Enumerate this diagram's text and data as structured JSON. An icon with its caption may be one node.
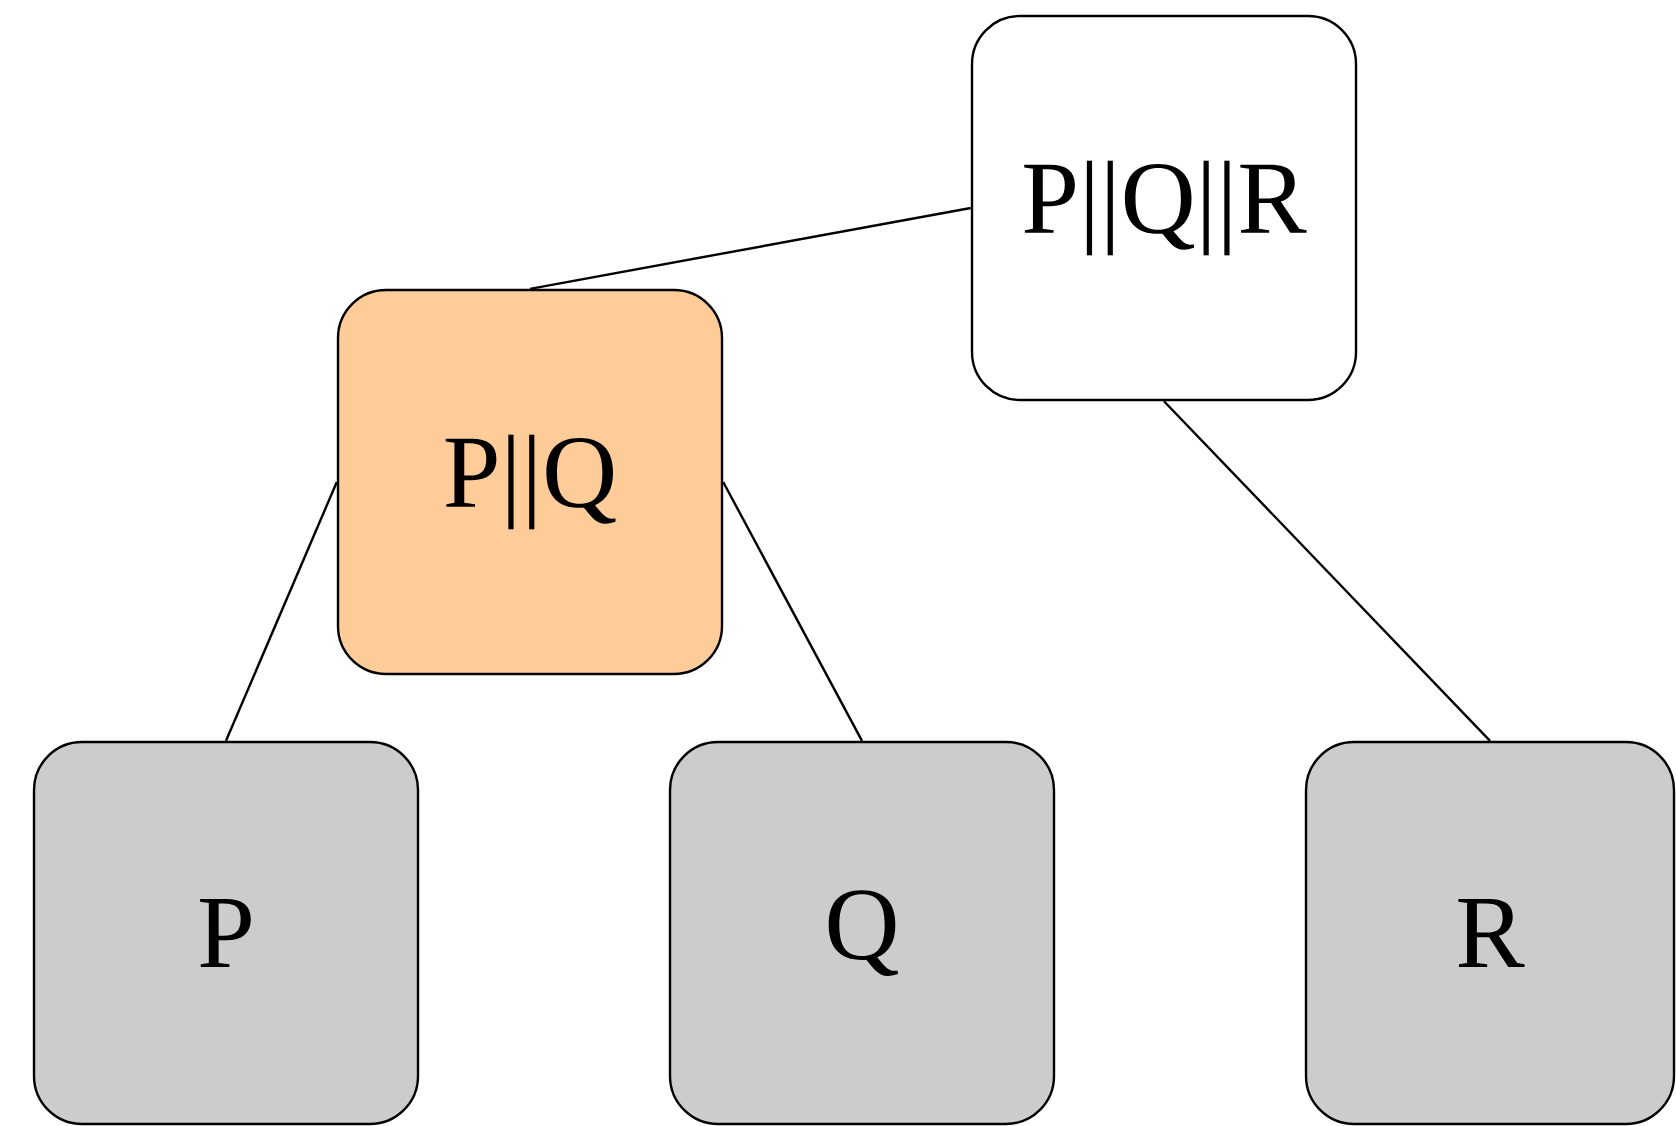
{
  "diagram": {
    "nodes": [
      {
        "text": [
          "P||Q||R"
        ]
      },
      {
        "text": [
          "P||Q"
        ]
      },
      {
        "text": [
          "P"
        ]
      },
      {
        "text": [
          "Q"
        ]
      },
      {
        "text": [
          "R"
        ]
      }
    ],
    "edges": [
      {
        "from": 0,
        "to": 1,
        "arrow": "none"
      },
      {
        "from": 1,
        "to": 2,
        "arrow": "none"
      },
      {
        "from": 1,
        "to": 3,
        "arrow": "none"
      },
      {
        "from": 0,
        "to": 4,
        "arrow": "none"
      }
    ]
  }
}
